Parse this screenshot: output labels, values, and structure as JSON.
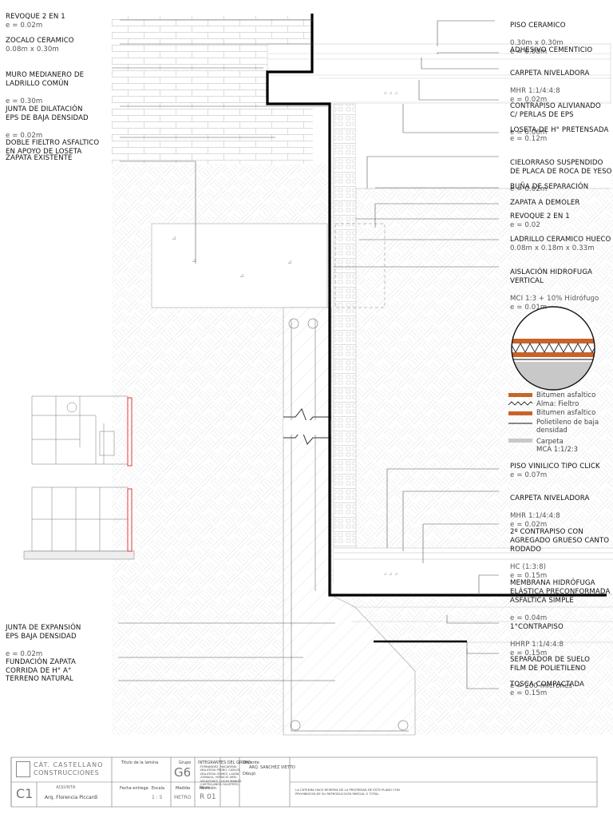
{
  "left_labels": [
    {
      "title": "REVOQUE 2 EN 1",
      "spec": "e = 0.02m"
    },
    {
      "title": "ZOCALO CERAMICO",
      "spec": "0.08m x 0.30m"
    },
    {
      "title": "MURO MEDIANERO DE\nLADRILLO COMÚN",
      "spec": "e = 0.30m"
    },
    {
      "title": "JUNTA DE DILATACIÓN\nEPS DE BAJA DENSIDAD",
      "spec": "e = 0.02m"
    },
    {
      "title": "DOBLE FIELTRO ASFALTICO\nEN APOYO DE LOSETA",
      "spec": ""
    },
    {
      "title": "ZAPATA EXISTENTE",
      "spec": ""
    },
    {
      "title": "JUNTA DE EXPANSIÓN\nEPS BAJA DENSIDAD",
      "spec": "e = 0.02m"
    },
    {
      "title": "FUNDACIÓN ZAPATA\nCORRIDA DE H° A°",
      "spec": ""
    },
    {
      "title": "TERRENO NATURAL",
      "spec": ""
    }
  ],
  "right_labels": [
    {
      "title": "PISO CERAMICO",
      "spec": "0.30m x 0.30m\ne = 0.08m"
    },
    {
      "title": "ADHESIVO CEMENTICIO",
      "spec": ""
    },
    {
      "title": "CARPETA NIVELADORA",
      "spec": "MHR 1:1/4:4:8\ne = 0.02m"
    },
    {
      "title": "CONTRAPISO ALIVIANADO\nC/ PERLAS DE EPS",
      "spec": "e = 0.06m"
    },
    {
      "title": "LOSETA DE H° PRETENSADA",
      "spec": "e = 0.12m"
    },
    {
      "title": "CIELORRASO SUSPENDIDO\nDE PLACA DE ROCA DE YESO",
      "spec": "e = 0.02m"
    },
    {
      "title": "BUÑA DE SEPARACIÓN",
      "spec": ""
    },
    {
      "title": "ZAPATA A DEMOLER",
      "spec": ""
    },
    {
      "title": "REVOQUE 2 EN 1",
      "spec": "e = 0.02"
    },
    {
      "title": "LADRILLO CERAMICO HUECO",
      "spec": "0.08m x 0.18m x 0.33m"
    },
    {
      "title": "AISLACIÓN HIDROFUGA\nVERTICAL",
      "spec": "MCI 1:3 + 10% Hidrófugo\ne = 0.01m"
    },
    {
      "title": "PISO VINILICO TIPO CLICK",
      "spec": "e = 0.07m"
    },
    {
      "title": "CARPETA NIVELADORA",
      "spec": "MHR 1:1/4:4:8\ne = 0.02m"
    },
    {
      "title": "2º CONTRAPISO CON\nAGREGADO GRUESO CANTO\nRODADO",
      "spec": "HC (1:3:8)\ne = 0.15m"
    },
    {
      "title": "MEMBRANA HIDRÓFUGA\nELÁSTICA PRECONFORMADA\nASFALTICA SIMPLE",
      "spec": "e = 0.04m"
    },
    {
      "title": "1°CONTRAPISO",
      "spec": "HHRP 1:1/4:4:8\ne = 0.15m"
    },
    {
      "title": "SEPARADOR DE SUELO\nFILM DE POLIETILENO",
      "spec": "e = 200 micrones"
    },
    {
      "title": "TOSCA COMPACTADA",
      "spec": "e = 0.15m"
    }
  ],
  "legend": {
    "bitumen_top": "Bitumen asfaltico",
    "alma": "Alma: Fieltro",
    "bitumen_bottom": "Bitumen asfaltico",
    "polietileno": "Polietileno de baja\ndensidad",
    "carpeta": "Carpeta\nMCA 1:1/2:3"
  },
  "colors": {
    "bitumen": "#c8642a",
    "carpeta": "#c8c8c8",
    "outline": "#111111",
    "section_red": "#e03a3a"
  },
  "title_block": {
    "institution_line1": "CÁT. CASTELLANO",
    "institution_line2": "CONSTRUCCIONES",
    "sheet_code": "C1",
    "role": "ADJUNTA",
    "adjunta_name": "Arq. Florencia Piccardi",
    "titulo_label": "Titulo de la lamina",
    "grupo_label": "Grupo",
    "grupo_value": "G6",
    "integrantes_label": "INTEGRANTES DEL GRUPO",
    "integrantes": "-FERNÁNDEZ, MACARENA\n-MALATESA PEDRO, CARLOS\n-MALATESA GÓMEZ, LAURA\n-ZUBIAGA, HORACIO ABEL\n-VELÁZQUEZ, LUCAS MANUEL\n-CASTELLANOS CALISTERO,\n NELVIA",
    "docente_label": "Docente",
    "docente_value": "ARQ. SANCHEZ VIETTO",
    "dibujo_label": "Dibujó",
    "fecha_label": "Fecha entrega",
    "escala_label": "Escala",
    "escala_value": "1 : 5",
    "medida_label": "Medida",
    "medida_value": "METRO",
    "revision_label": "Revisión",
    "revision_value": "R 01",
    "disclaimer": "LA CÁTEDRA HACE RESERVA DE LA PROPIEDAD DE ESTE PLANO CON\nPROHIBICION DE SU REPRODUCCION PARCIAL O TOTAL."
  }
}
